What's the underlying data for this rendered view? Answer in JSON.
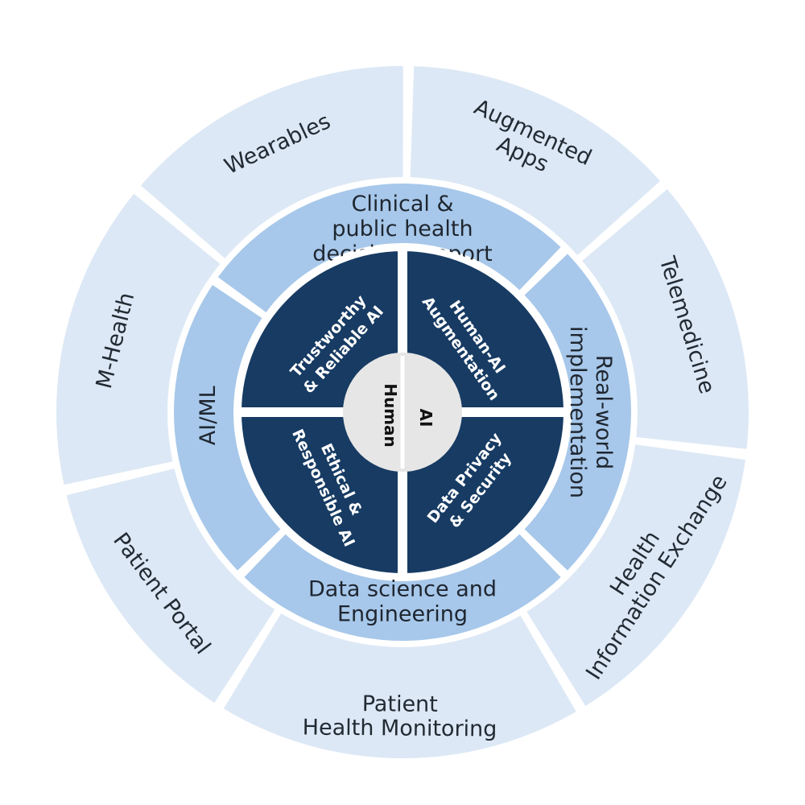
{
  "colors": {
    "outer": "#dce8f5",
    "middle": "#a7c8ea",
    "inner": "#173b63",
    "center": "#e6e6e6",
    "gap": "#ffffff",
    "outer_text": "#222a33",
    "inner_text": "#ffffff"
  },
  "outer_ring": [
    {
      "lines": [
        "Wearables"
      ]
    },
    {
      "lines": [
        "Augmented",
        "Apps"
      ]
    },
    {
      "lines": [
        "Telemedicine"
      ]
    },
    {
      "lines": [
        "Health",
        "Information Exchange"
      ]
    },
    {
      "lines": [
        "Patient",
        "Health Monitoring"
      ]
    },
    {
      "lines": [
        "Patient Portal"
      ]
    },
    {
      "lines": [
        "M-Health"
      ]
    }
  ],
  "middle_ring": [
    {
      "lines": [
        "Clinical &",
        "public health",
        "decision support"
      ]
    },
    {
      "lines": [
        "Real-world",
        "implementation"
      ]
    },
    {
      "lines": [
        "Data science and",
        "Engineering"
      ]
    },
    {
      "lines": [
        "AI/ML"
      ]
    }
  ],
  "inner_ring": [
    {
      "lines": [
        "Human-AI",
        "Augmentation"
      ]
    },
    {
      "lines": [
        "Data Privacy",
        "& Security"
      ]
    },
    {
      "lines": [
        "Ethical &",
        "Responsible AI"
      ]
    },
    {
      "lines": [
        "Trustworthy",
        "& Reliable AI"
      ]
    }
  ],
  "center": {
    "human": "Human",
    "ai": "AI"
  }
}
